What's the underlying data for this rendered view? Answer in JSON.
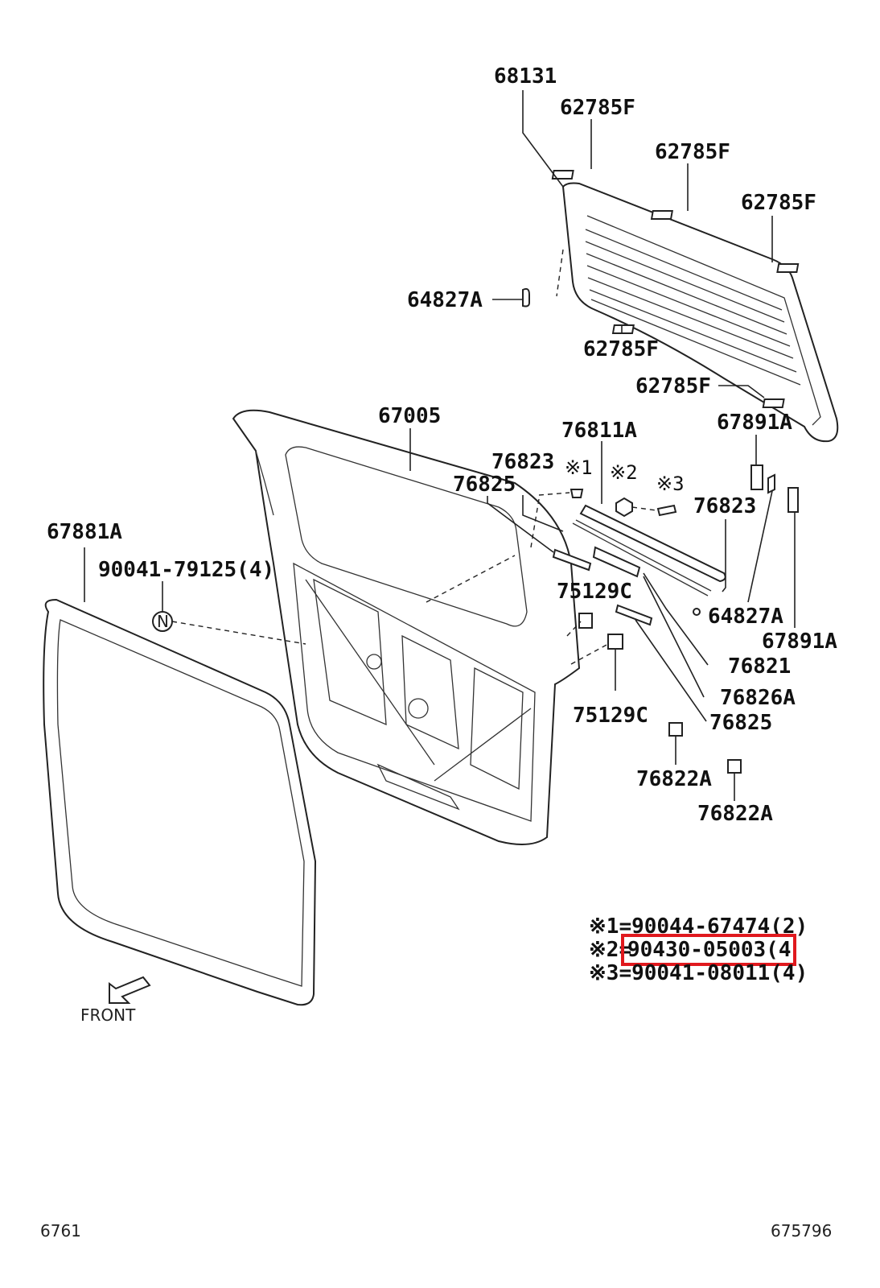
{
  "labels": {
    "p68131": "68131",
    "p62785F_1": "62785F",
    "p62785F_2": "62785F",
    "p62785F_3": "62785F",
    "p62785F_4": "62785F",
    "p62785F_5": "62785F",
    "p64827A_1": "64827A",
    "p67005": "67005",
    "p76811A": "76811A",
    "p67891A_1": "67891A",
    "p76823_1": "76823",
    "mark1": "※1",
    "mark2": "※2",
    "mark3": "※3",
    "p76825_1": "76825",
    "p76823_2": "76823",
    "p67881A": "67881A",
    "p90041_79125": "90041-79125(4)",
    "p75129C_1": "75129C",
    "p64827A_2": "64827A",
    "p67891A_2": "67891A",
    "p76821": "76821",
    "p76826A": "76826A",
    "p75129C_2": "75129C",
    "p76825_2": "76825",
    "p76822A_1": "76822A",
    "p76822A_2": "76822A",
    "clip_n": "N",
    "front": "FRONT"
  },
  "notes": {
    "n1": "※1=90044-67474(2)",
    "n2_prefix": "※2=",
    "n2_part": "90430-05003(4",
    "n3": "※3=90041-08011(4)"
  },
  "footer": {
    "left": "6761",
    "right": "675796"
  },
  "colors": {
    "highlight": "#e0191e",
    "ink": "#111111"
  }
}
